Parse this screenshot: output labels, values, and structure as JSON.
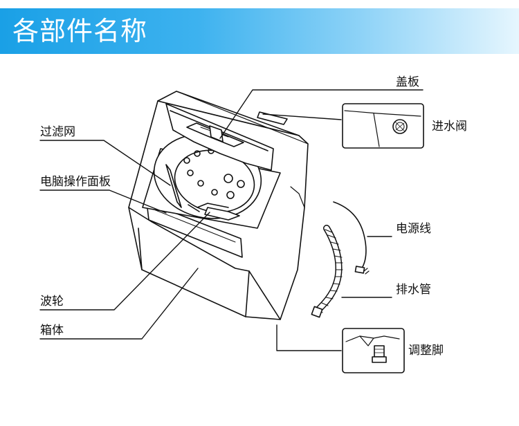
{
  "header": {
    "title": "各部件名称",
    "background_color": "#29a8ea"
  },
  "diagram": {
    "subject": "top-load washing machine",
    "labels": {
      "filter": "过滤网",
      "control_panel": "电脑操作面板",
      "impeller": "波轮",
      "cabinet": "箱体",
      "lid": "盖板",
      "inlet_valve": "进水阀",
      "power_cord": "电源线",
      "drain_hose": "排水管",
      "adjustable_foot": "调整脚"
    },
    "line_color": "#111111"
  }
}
